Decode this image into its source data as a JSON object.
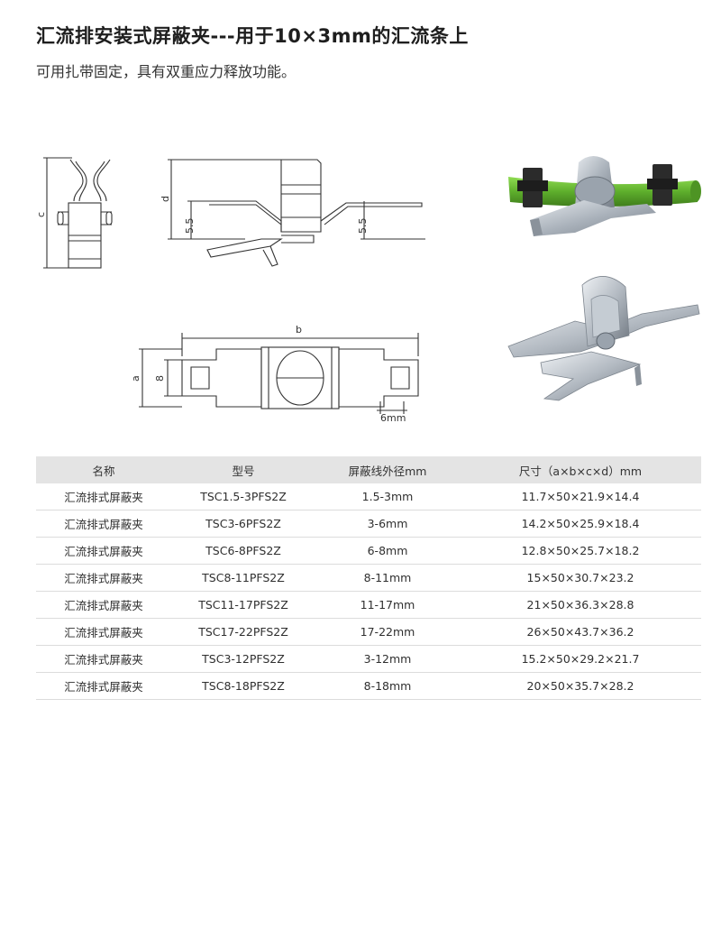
{
  "header": {
    "title": "汇流排安装式屏蔽夹---用于10×3mm的汇流条上",
    "subtitle": "可用扎带固定，具有双重应力释放功能。"
  },
  "drawing": {
    "dim_c": "c",
    "dim_d": "d",
    "dim_55_left": "5.5",
    "dim_55_right": "5.5",
    "dim_b": "b",
    "dim_a": "a",
    "dim_8": "8",
    "dim_6mm": "6mm"
  },
  "colors": {
    "header_bg": "#e4e4e4",
    "cable_green": "#6fbf3a",
    "metal": "#b9bfc6"
  },
  "table": {
    "headers": [
      "名称",
      "型号",
      "屏蔽线外径mm",
      "尺寸（a×b×c×d）mm"
    ],
    "rows": [
      [
        "汇流排式屏蔽夹",
        "TSC1.5-3PFS2Z",
        "1.5-3mm",
        "11.7×50×21.9×14.4"
      ],
      [
        "汇流排式屏蔽夹",
        "TSC3-6PFS2Z",
        "3-6mm",
        "14.2×50×25.9×18.4"
      ],
      [
        "汇流排式屏蔽夹",
        "TSC6-8PFS2Z",
        "6-8mm",
        "12.8×50×25.7×18.2"
      ],
      [
        "汇流排式屏蔽夹",
        "TSC8-11PFS2Z",
        "8-11mm",
        "15×50×30.7×23.2"
      ],
      [
        "汇流排式屏蔽夹",
        "TSC11-17PFS2Z",
        "11-17mm",
        "21×50×36.3×28.8"
      ],
      [
        "汇流排式屏蔽夹",
        "TSC17-22PFS2Z",
        "17-22mm",
        "26×50×43.7×36.2"
      ],
      [
        "汇流排式屏蔽夹",
        "TSC3-12PFS2Z",
        "3-12mm",
        "15.2×50×29.2×21.7"
      ],
      [
        "汇流排式屏蔽夹",
        "TSC8-18PFS2Z",
        "8-18mm",
        "20×50×35.7×28.2"
      ]
    ]
  }
}
